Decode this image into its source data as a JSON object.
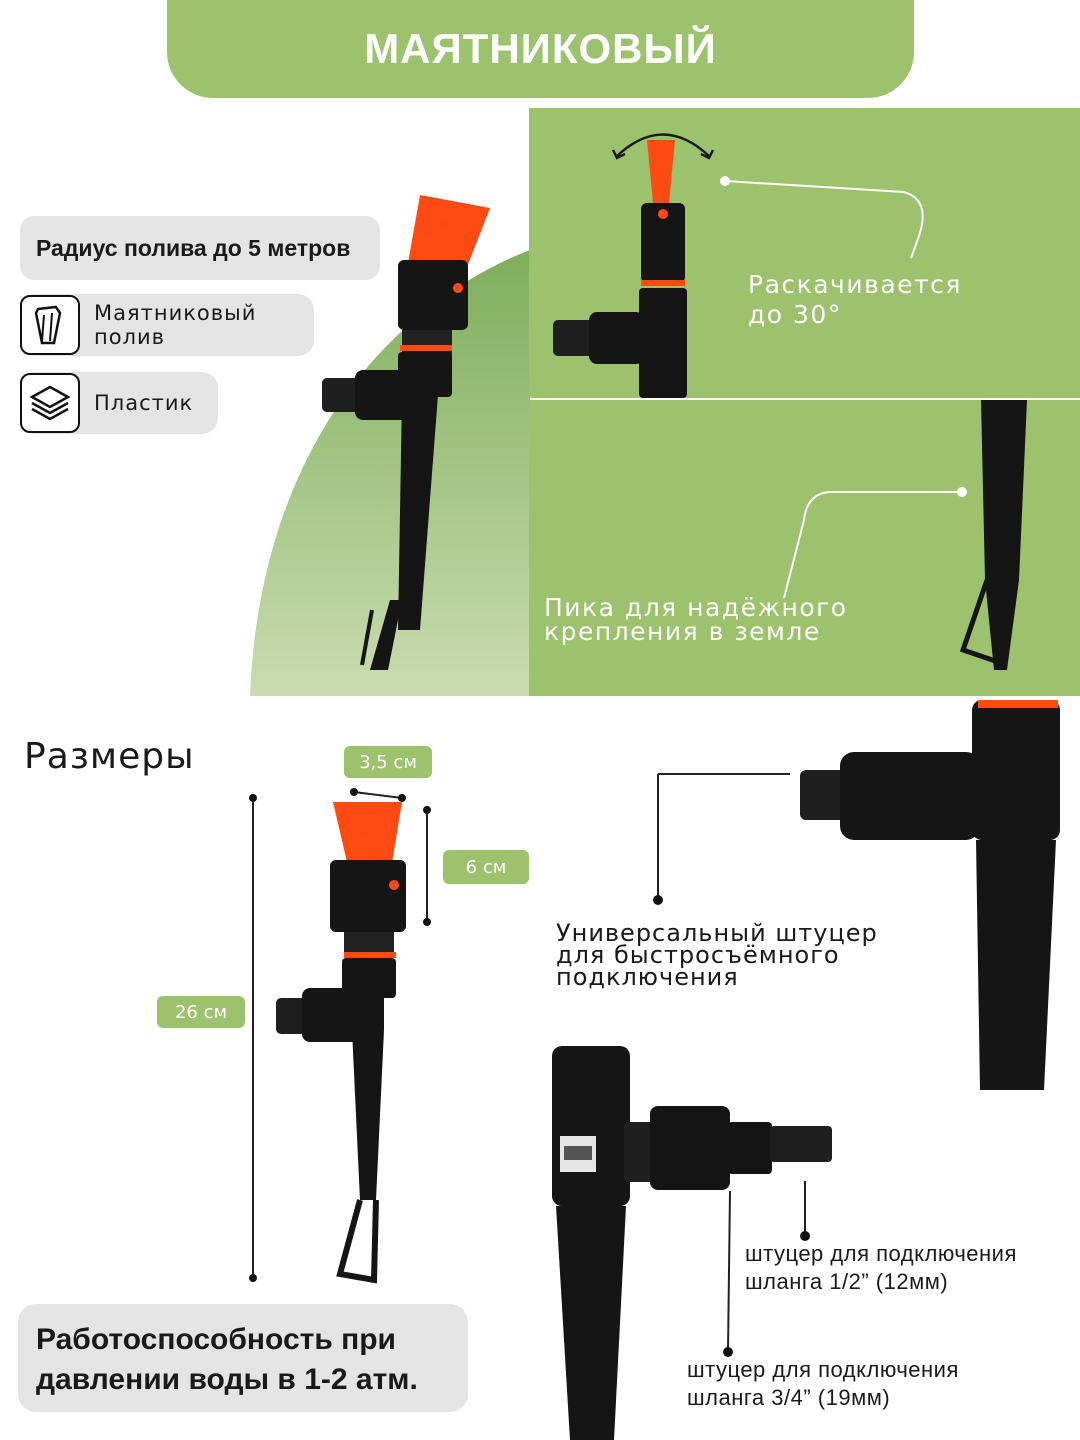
{
  "title": "МАЯТНИКОВЫЙ",
  "features": {
    "radius": "Радиус полива до 5 метров",
    "pendulum_line1": "Маятниковый",
    "pendulum_line2": "полив",
    "material": "Пластик"
  },
  "callouts": {
    "swing_line1": "Раскачивается",
    "swing_line2": "до 30°",
    "spike_line1": "Пика для надёжного",
    "spike_line2": "крепления в земле",
    "universal_line1": "Универсальный штуцер",
    "universal_line2": "для быстросъёмного",
    "universal_line3": "подключения",
    "fitting_half_line1": "штуцер для подключения",
    "fitting_half_line2": "шланга 1/2” (12мм)",
    "fitting_threequarter_line1": "штуцер для подключения",
    "fitting_threequarter_line2": "шланга 3/4” (19мм)"
  },
  "dimensions": {
    "heading": "Размеры",
    "width": "3,5 см",
    "head_height": "6 см",
    "total_height": "26 см"
  },
  "pressure": {
    "line1": "Работоспособность при",
    "line2": "давлении воды в 1-2 атм."
  },
  "colors": {
    "green": "#9cc26e",
    "orange": "#ff4a12",
    "black": "#151515"
  }
}
